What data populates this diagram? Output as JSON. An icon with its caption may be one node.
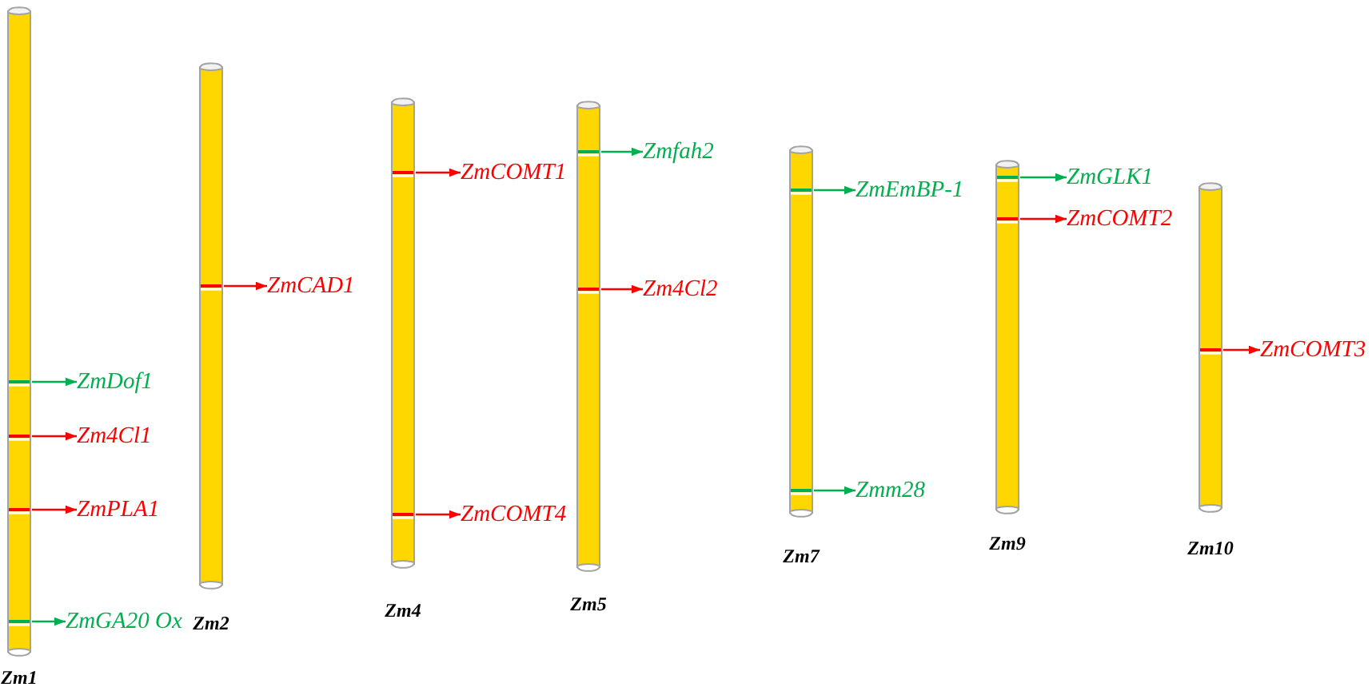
{
  "diagram": {
    "nodes": [
      {
        "text": [
          "Zm1"
        ]
      },
      {
        "text": [
          "ZmDof1"
        ]
      },
      {
        "text": [
          "Zm4Cl1"
        ]
      },
      {
        "text": [
          "ZmPLA1"
        ]
      },
      {
        "text": [
          "ZmGA20 Ox"
        ]
      },
      {
        "text": [
          "Zm2"
        ]
      },
      {
        "text": [
          "ZmCAD1"
        ]
      },
      {
        "text": [
          "Zm4"
        ]
      },
      {
        "text": [
          "ZmCOMT1"
        ]
      },
      {
        "text": [
          "ZmCOMT4"
        ]
      },
      {
        "text": [
          "Zm5"
        ]
      },
      {
        "text": [
          "Zmfah2"
        ]
      },
      {
        "text": [
          "Zm4Cl2"
        ]
      },
      {
        "text": [
          "Zm7"
        ]
      },
      {
        "text": [
          "ZmEmBP-1"
        ]
      },
      {
        "text": [
          "Zmm28"
        ]
      },
      {
        "text": [
          "Zm9"
        ]
      },
      {
        "text": [
          "ZmGLK1"
        ]
      },
      {
        "text": [
          "ZmCOMT2"
        ]
      },
      {
        "text": [
          "Zm10"
        ]
      },
      {
        "text": [
          "ZmCOMT3"
        ]
      }
    ],
    "edges": [
      {
        "from": 0,
        "to": 1,
        "arrow": "to",
        "color": "#00b050"
      },
      {
        "from": 0,
        "to": 2,
        "arrow": "to"
      },
      {
        "from": 0,
        "to": 3,
        "arrow": "to"
      },
      {
        "from": 0,
        "to": 4,
        "arrow": "to",
        "color": "#00b050"
      },
      {
        "from": 5,
        "to": 6,
        "arrow": "to"
      },
      {
        "from": 7,
        "to": 8,
        "arrow": "to"
      },
      {
        "from": 7,
        "to": 9,
        "arrow": "to"
      },
      {
        "from": 10,
        "to": 11,
        "arrow": "to",
        "color": "#00b050"
      },
      {
        "from": 10,
        "to": 12,
        "arrow": "to"
      },
      {
        "from": 13,
        "to": 14,
        "arrow": "to",
        "color": "#00b050"
      },
      {
        "from": 13,
        "to": 15,
        "arrow": "to",
        "color": "#00b050"
      },
      {
        "from": 16,
        "to": 17,
        "arrow": "to",
        "color": "#00b050"
      },
      {
        "from": 16,
        "to": 18,
        "arrow": "to"
      },
      {
        "from": 19,
        "to": 20,
        "arrow": "to"
      }
    ]
  }
}
